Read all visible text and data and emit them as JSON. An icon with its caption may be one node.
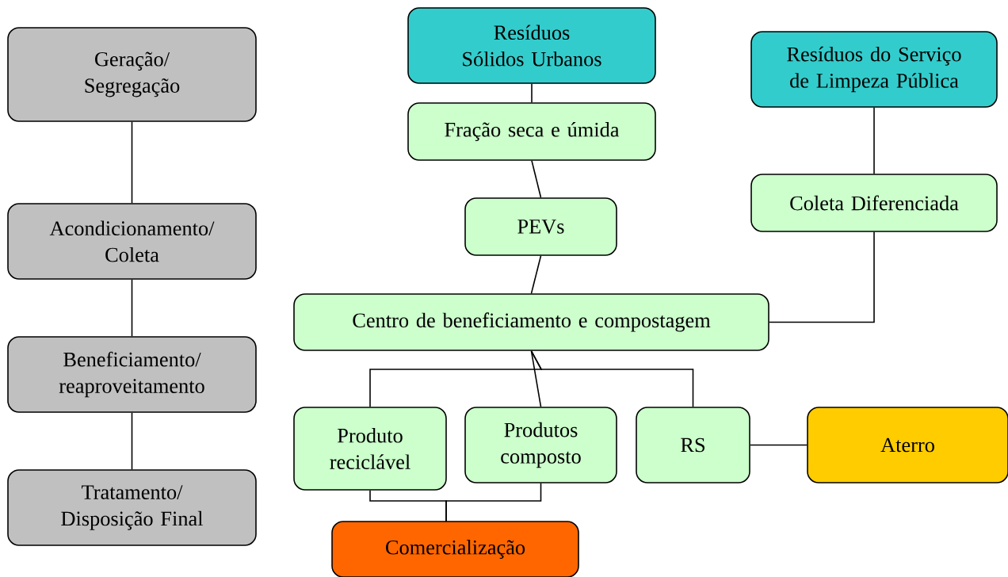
{
  "diagram": {
    "nodes": [
      {
        "text": [
          "Geração/ Segregação"
        ]
      },
      {
        "text": [
          "Acondicionamento/ Coleta"
        ]
      },
      {
        "text": [
          "Beneficiamento/ reaproveitamento"
        ]
      },
      {
        "text": [
          "Tratamento/ Disposição Final"
        ]
      },
      {
        "text": [
          "Resíduos Sólidos Urbanos"
        ]
      },
      {
        "text": [
          "Resíduos do Serviço de Limpeza Pública"
        ]
      },
      {
        "text": [
          "Fração seca e úmida"
        ]
      },
      {
        "text": [
          "Coleta Diferenciada"
        ]
      },
      {
        "text": [
          "PEVs"
        ]
      },
      {
        "text": [
          "Centro de beneficiamento e compostagem"
        ]
      },
      {
        "text": [
          "Produto reciclável"
        ]
      },
      {
        "text": [
          "Produtos composto"
        ]
      },
      {
        "text": [
          "RS"
        ]
      },
      {
        "text": [
          "Aterro"
        ]
      },
      {
        "text": [
          "Comercialização"
        ]
      }
    ],
    "edges": [
      {
        "from": 0,
        "to": 1,
        "arrow": "none"
      },
      {
        "from": 1,
        "to": 2,
        "arrow": "none"
      },
      {
        "from": 2,
        "to": 3,
        "arrow": "none"
      },
      {
        "from": 4,
        "to": 6,
        "arrow": "none"
      },
      {
        "from": 6,
        "to": 8,
        "arrow": "none"
      },
      {
        "from": 8,
        "to": 9,
        "arrow": "none"
      },
      {
        "from": 5,
        "to": 7,
        "arrow": "none"
      },
      {
        "from": 7,
        "to": 9,
        "arrow": "none"
      },
      {
        "from": 9,
        "to": 10,
        "arrow": "none"
      },
      {
        "from": 9,
        "to": 11,
        "arrow": "none"
      },
      {
        "from": 9,
        "to": 12,
        "arrow": "none"
      },
      {
        "from": 12,
        "to": 13,
        "arrow": "none"
      },
      {
        "from": 10,
        "to": 14,
        "arrow": "none"
      },
      {
        "from": 11,
        "to": 14,
        "arrow": "none"
      }
    ]
  }
}
